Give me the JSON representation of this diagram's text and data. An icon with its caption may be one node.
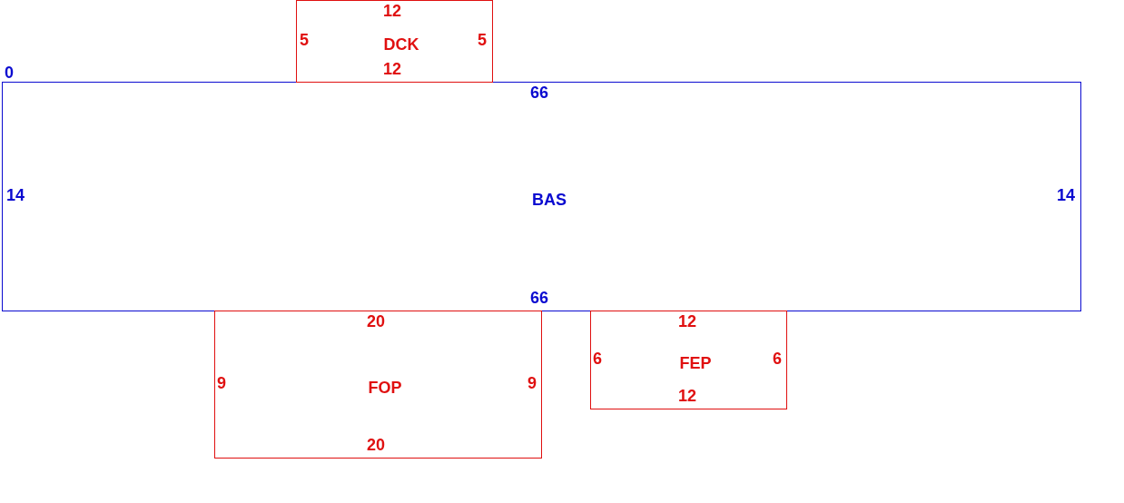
{
  "diagram": {
    "nodes": [
      {
        "text": [
          "12",
          "5",
          "DCK",
          "5",
          "12"
        ]
      },
      {
        "text": [
          "66",
          "14",
          "BAS",
          "14",
          "66"
        ]
      },
      {
        "text": [
          "20",
          "9",
          "FOP",
          "9",
          "20"
        ]
      },
      {
        "text": [
          "12",
          "6",
          "FEP",
          "6",
          "12"
        ]
      }
    ],
    "labels": [
      "0"
    ]
  }
}
